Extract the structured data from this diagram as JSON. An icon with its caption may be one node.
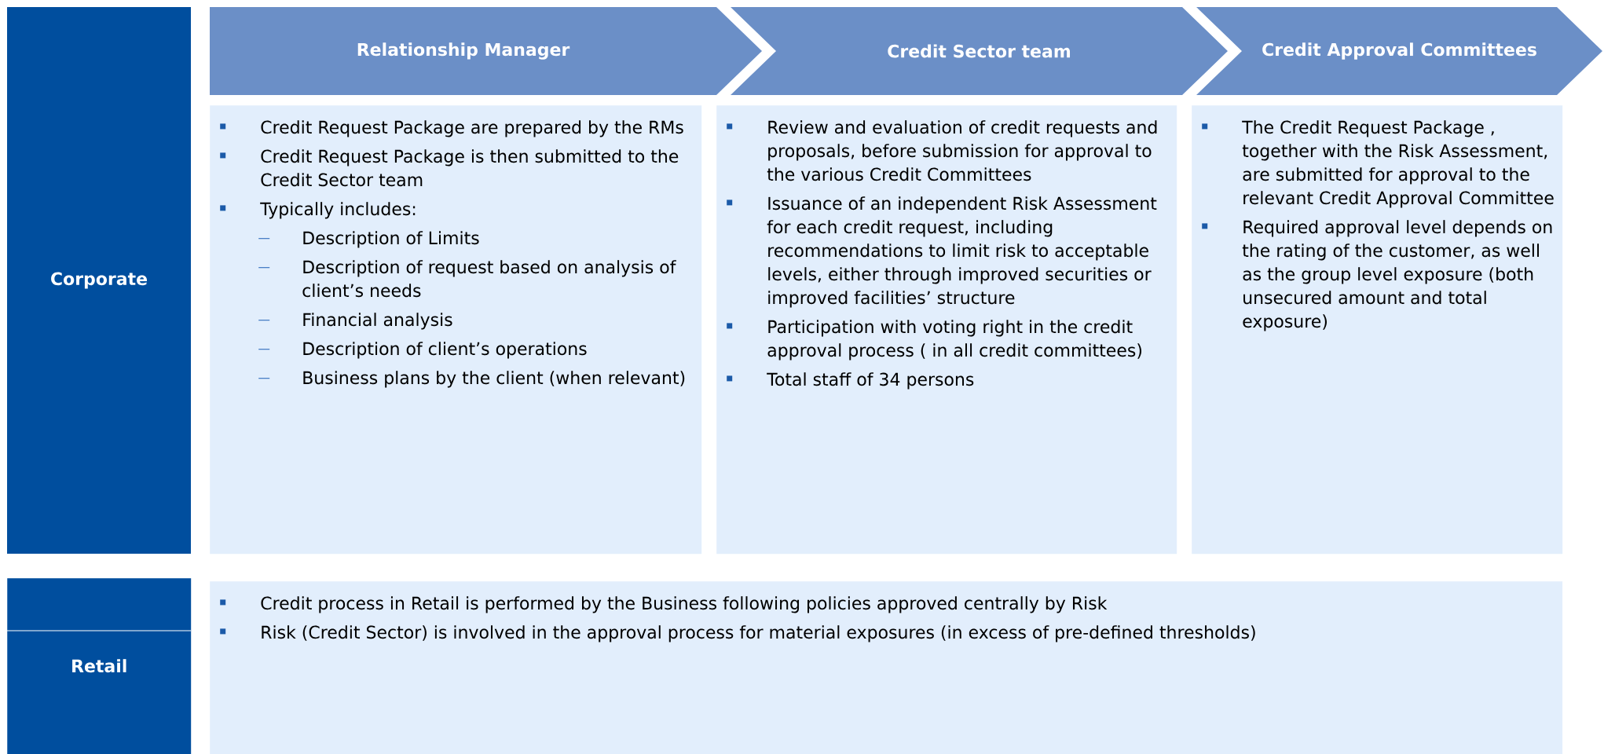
{
  "diagram": {
    "nodes": [
      {
        "text": [
          "Corporate"
        ]
      },
      {
        "text": [
          "Relationship Manager"
        ]
      },
      {
        "text": [
          "Credit Sector team"
        ]
      },
      {
        "text": [
          "Credit Approval Committees"
        ]
      },
      {
        "text": [
          "Credit Request Package are prepared by the RMs",
          "Credit Request Package is then submitted to the Credit Sector team",
          "Typically includes:",
          "Description of Limits",
          "Description of request based on analysis of client’s needs",
          "Financial analysis",
          "Description of client’s operations",
          "Business plans by the client (when relevant)"
        ]
      },
      {
        "text": [
          "Review and evaluation of credit requests and proposals, before submission for approval to the various Credit Committees",
          "Issuance of an independent Risk Assessment for each credit request, including recommendations to limit risk to acceptable levels, either through improved securities or improved facilities’ structure",
          "Participation with voting right in the credit approval process ( in all credit committees)",
          "Total staff of 34 persons"
        ]
      },
      {
        "text": [
          "The Credit Request Package , together with the Risk Assessment, are submitted for approval to the relevant Credit Approval Committee",
          "Required approval level depends on the rating of the customer, as well as the group level exposure (both unsecured amount and total exposure)"
        ]
      },
      {
        "text": [
          "Retail"
        ]
      },
      {
        "text": [
          "Credit process in Retail is performed by the Business following policies approved centrally by Risk",
          "Risk (Credit Sector) is involved in the approval process for material exposures (in excess of pre-defined thresholds)"
        ]
      }
    ]
  }
}
